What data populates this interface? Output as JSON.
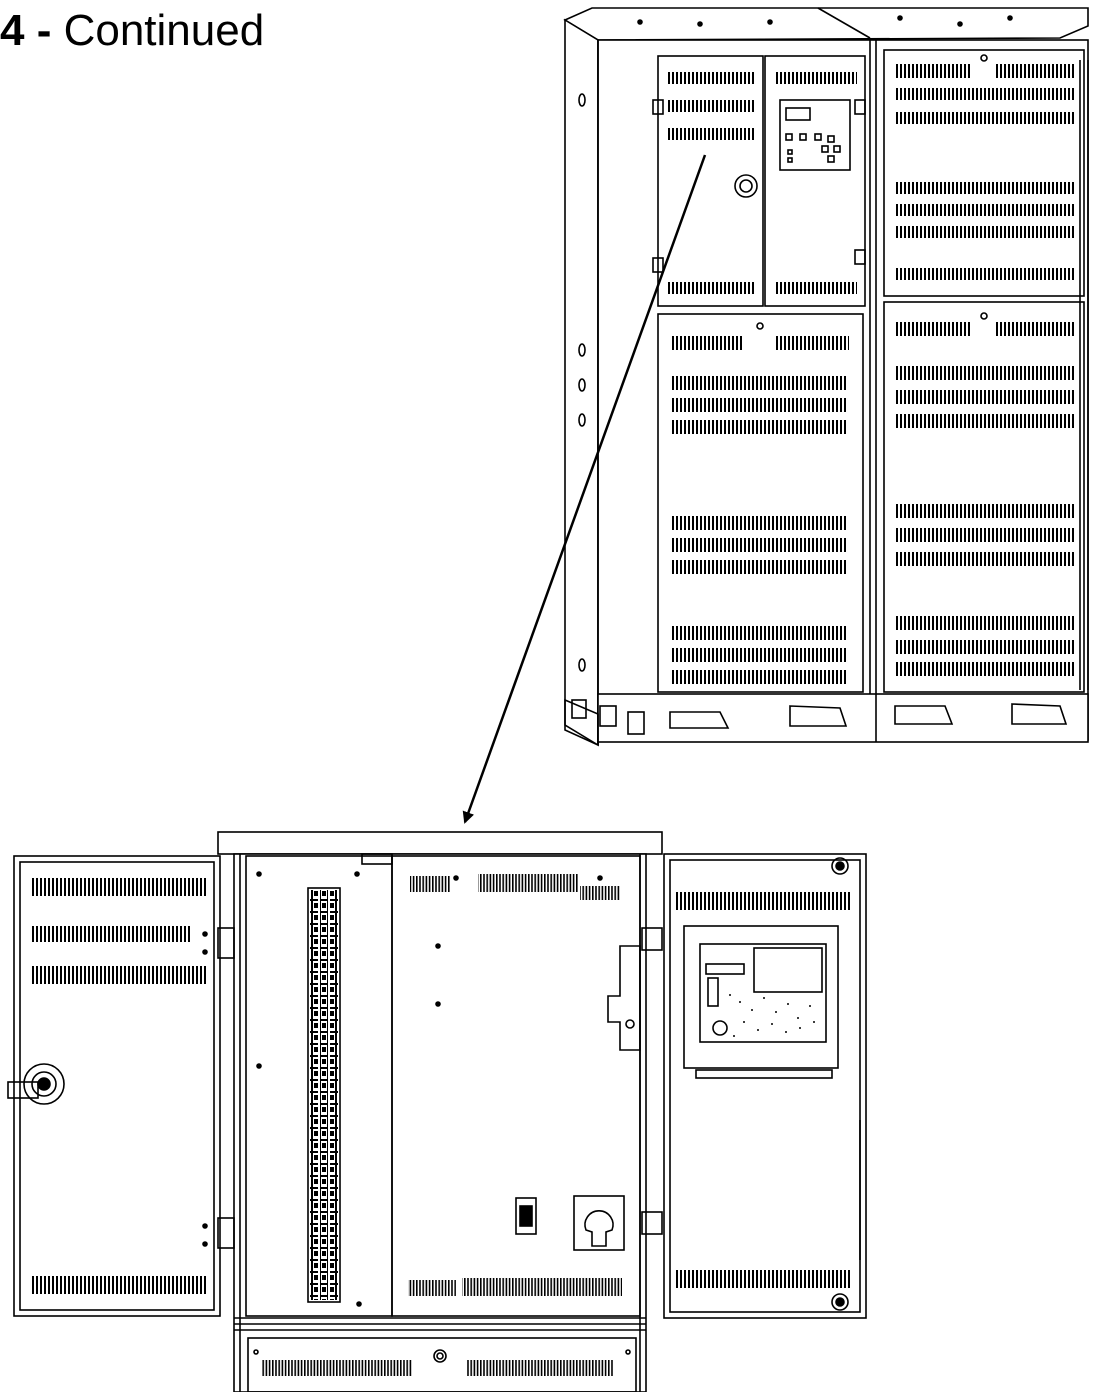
{
  "heading": {
    "number": "4 -",
    "text": "Continued"
  },
  "colors": {
    "line": "#000000",
    "paper": "#ffffff"
  },
  "callouts": [
    {
      "from": "upper-left-door-cabinet",
      "to": "open-cabinet-detail"
    }
  ]
}
